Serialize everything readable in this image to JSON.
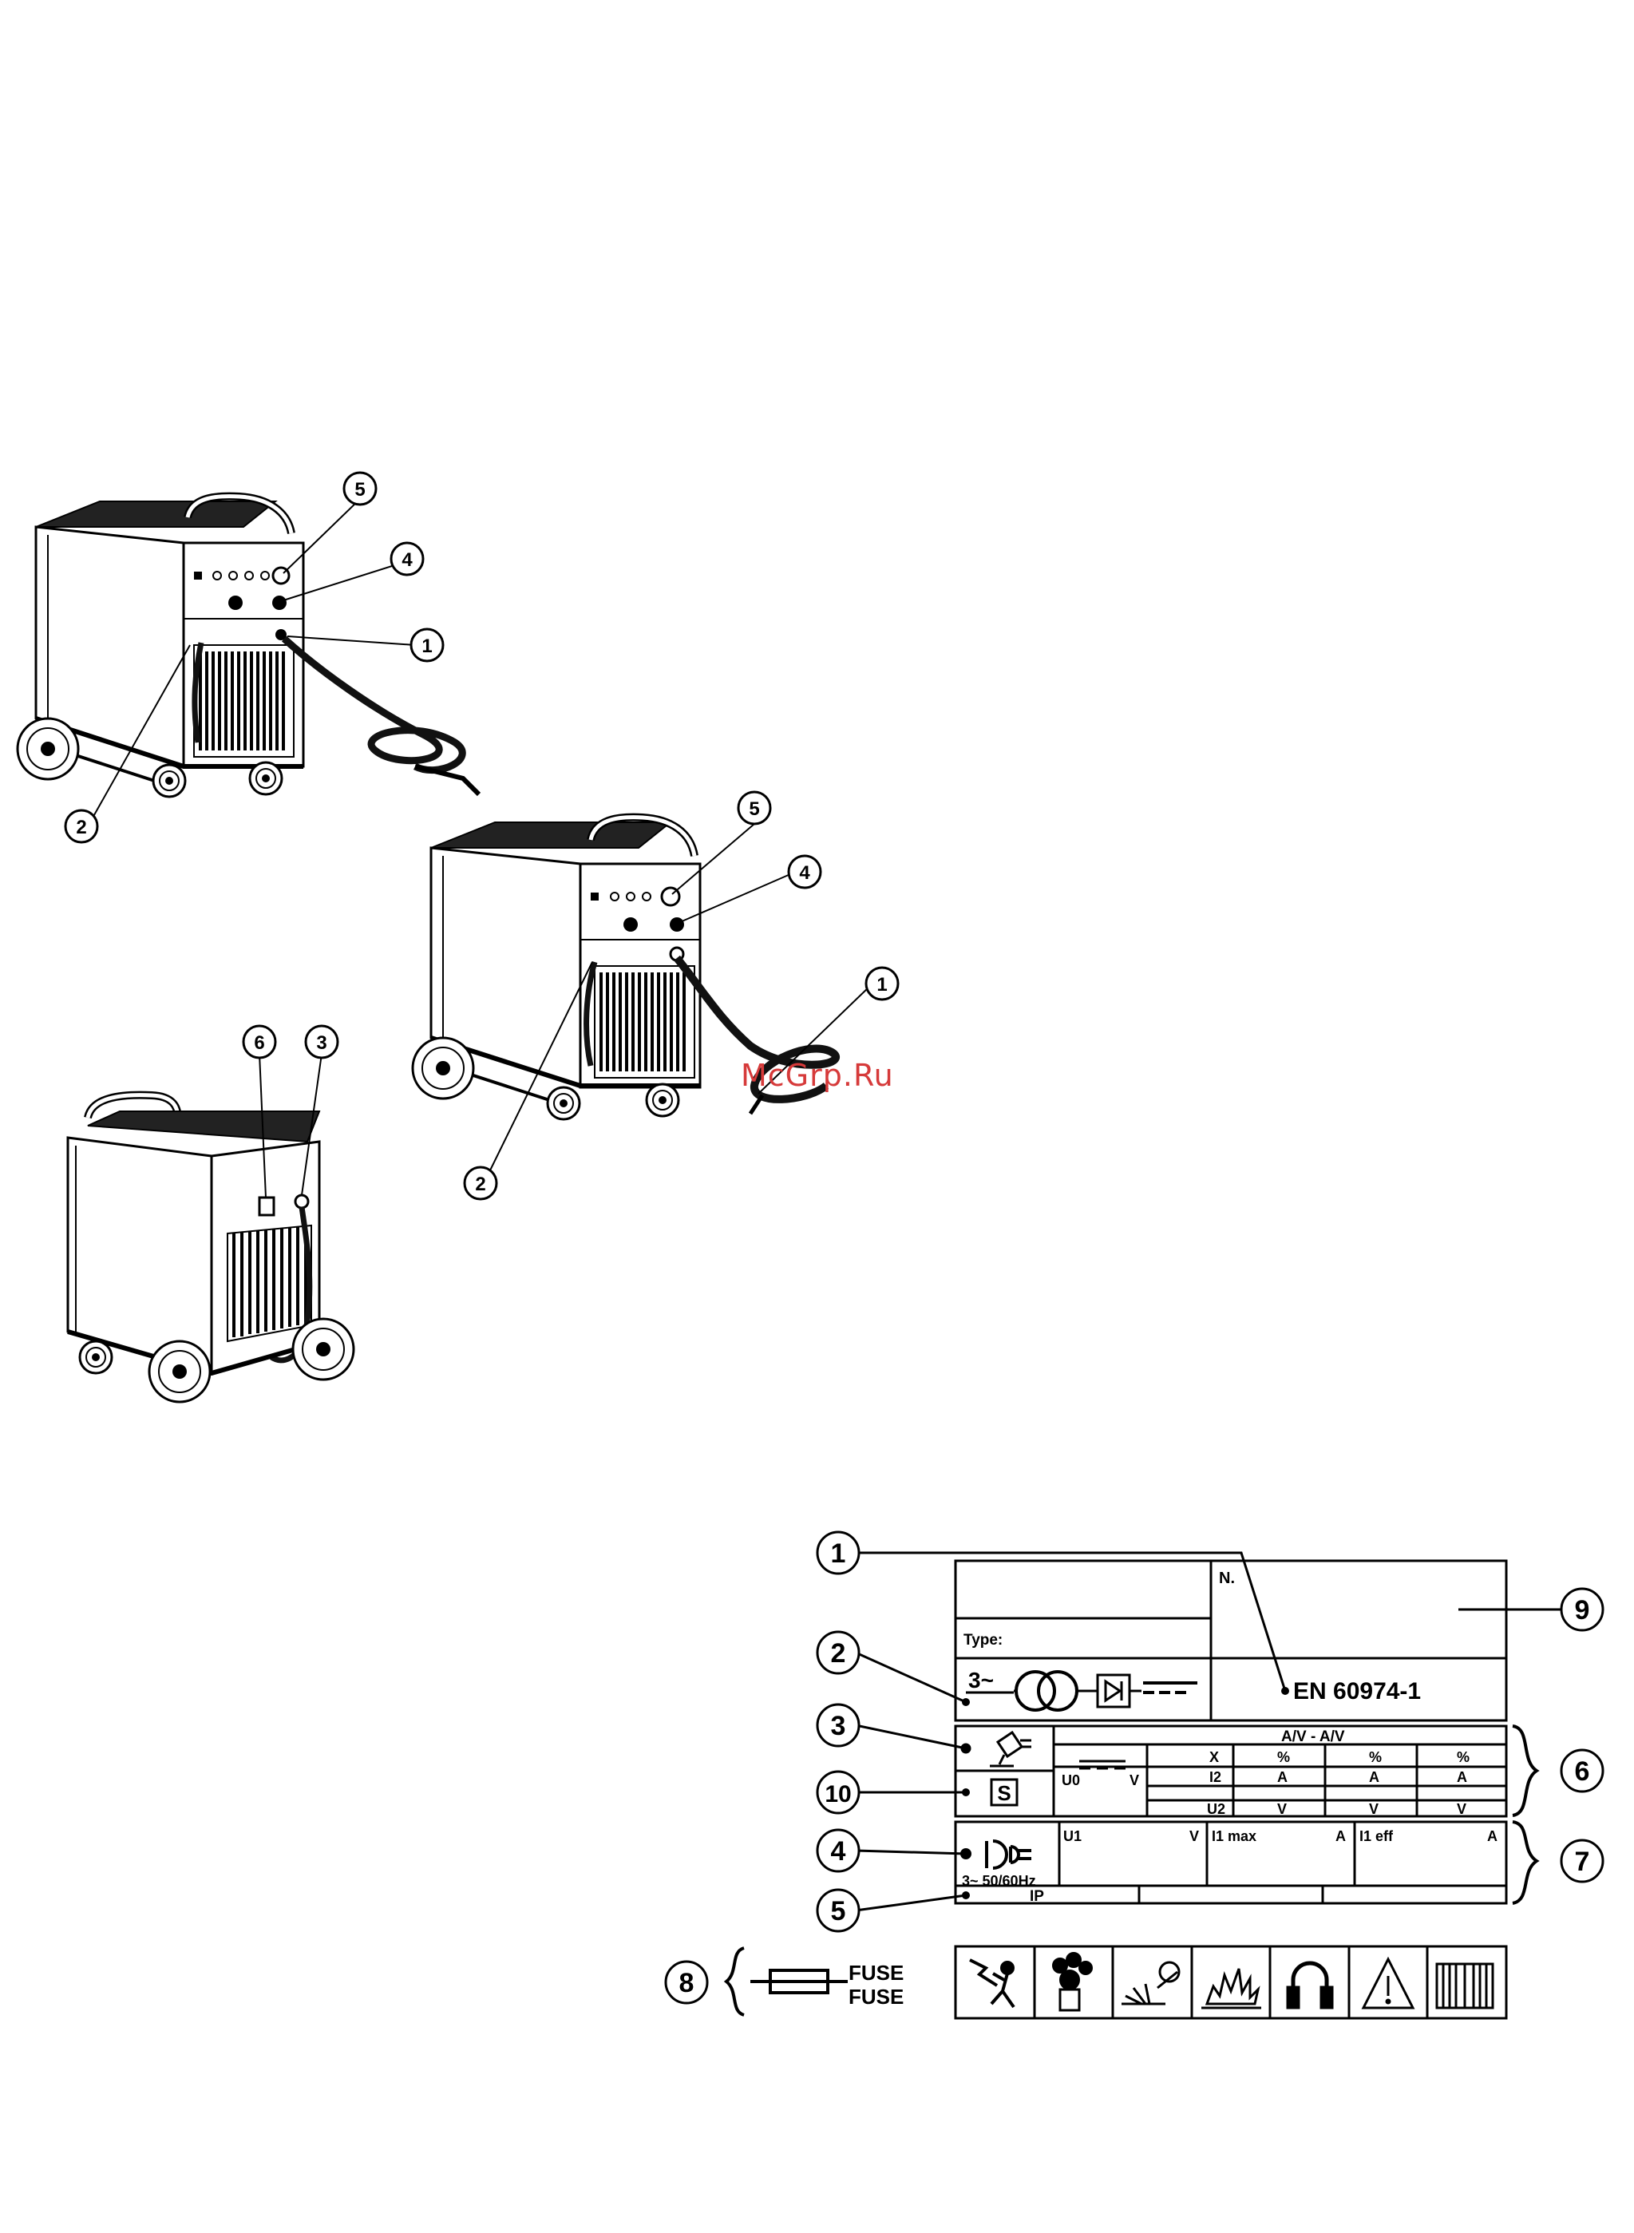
{
  "watermark": "McGrp.Ru",
  "machine_callouts": {
    "front_view_a": [
      "5",
      "4",
      "1",
      "2"
    ],
    "front_view_b": [
      "5",
      "4",
      "1",
      "2"
    ],
    "rear_view": [
      "6",
      "3"
    ]
  },
  "plate_callouts": [
    "1",
    "2",
    "3",
    "10",
    "4",
    "5",
    "8",
    "9",
    "6",
    "7"
  ],
  "plate": {
    "n_label": "N.",
    "type_label": "Type:",
    "standard": "EN 60974-1",
    "phase_label": "3~",
    "av_header": "A/V - A/V",
    "col_x": "X",
    "pct": [
      "%",
      "%",
      "%"
    ],
    "u0_label": "U0",
    "u0_unit": "V",
    "i2_label": "I2",
    "a_units": [
      "A",
      "A",
      "A"
    ],
    "u2_label": "U2",
    "v_units": [
      "V",
      "V",
      "V"
    ],
    "s_symbol": "S",
    "supply": "3~ 50/60Hz",
    "u1_label": "U1",
    "u1_unit": "V",
    "i1max_label": "I1 max",
    "i1max_unit": "A",
    "i1eff_label": "I1 eff",
    "i1eff_unit": "A",
    "ip_label": "IP",
    "fuse_1": "FUSE",
    "fuse_2": "FUSE"
  },
  "safety_icons": [
    "electric-shock-icon",
    "fumes-icon",
    "sparks-icon",
    "explosion-icon",
    "ear-protection-icon",
    "warning-triangle-icon",
    "manual-book-icon"
  ]
}
